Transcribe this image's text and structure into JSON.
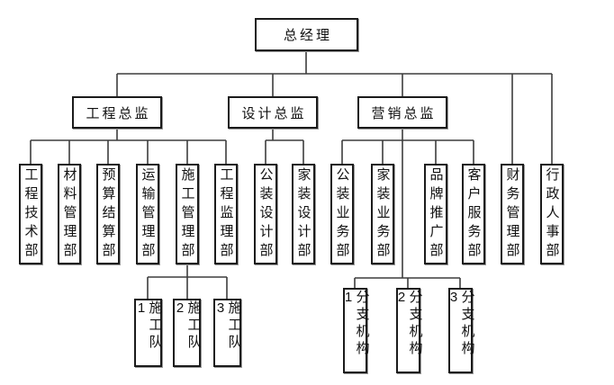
{
  "diagram": {
    "type": "org-chart",
    "colors": {
      "background": "#ffffff",
      "box_fill": "#ffffff",
      "box_border": "#1b1b1b",
      "connector_line": "#3d3d3d",
      "text": "#111111"
    }
  },
  "nodes": {
    "gm": "总经理",
    "d_eng": "工程总监",
    "d_design": "设计总监",
    "d_mkt": "营销总监",
    "eng1": "工程技术部",
    "eng2": "材料管理部",
    "eng3": "预算结算部",
    "eng4": "运输管理部",
    "eng5": "施工管理部",
    "eng6": "工程监理部",
    "des1": "公装设计部",
    "des2": "家装设计部",
    "mkt1": "公装业务部",
    "mkt2": "家装业务部",
    "mkt3": "品牌推广部",
    "mkt4": "客户服务部",
    "fin": "财务管理部",
    "hr": "行政人事部",
    "team1": "施工队1",
    "team2": "施工队2",
    "team3": "施工队3",
    "br1": "分支机构1",
    "br2": "分支机构2",
    "br3": "分支机构3"
  },
  "hierarchy": {
    "label": "总经理",
    "children": [
      {
        "label": "工程总监",
        "children": [
          {
            "label": "工程技术部"
          },
          {
            "label": "材料管理部"
          },
          {
            "label": "预算结算部"
          },
          {
            "label": "运输管理部"
          },
          {
            "label": "施工管理部",
            "children": [
              {
                "label": "施工队1"
              },
              {
                "label": "施工队2"
              },
              {
                "label": "施工队3"
              }
            ]
          },
          {
            "label": "工程监理部"
          }
        ]
      },
      {
        "label": "设计总监",
        "children": [
          {
            "label": "公装设计部"
          },
          {
            "label": "家装设计部"
          }
        ]
      },
      {
        "label": "营销总监",
        "children": [
          {
            "label": "公装业务部"
          },
          {
            "label": "家装业务部"
          },
          {
            "label": "品牌推广部"
          },
          {
            "label": "客户服务部"
          },
          {
            "label": "分支机构1"
          },
          {
            "label": "分支机构2"
          },
          {
            "label": "分支机构3"
          }
        ]
      },
      {
        "label": "财务管理部"
      },
      {
        "label": "行政人事部"
      }
    ]
  }
}
